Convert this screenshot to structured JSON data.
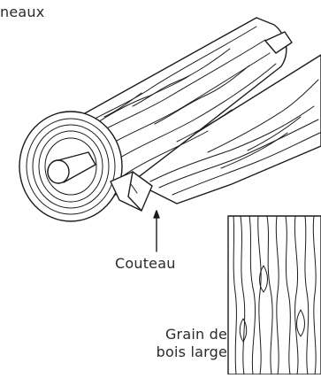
{
  "labels": {
    "top_fragment": "neaux",
    "knife": "Couteau",
    "grain_line1": "Grain de",
    "grain_line2": "bois large"
  }
}
